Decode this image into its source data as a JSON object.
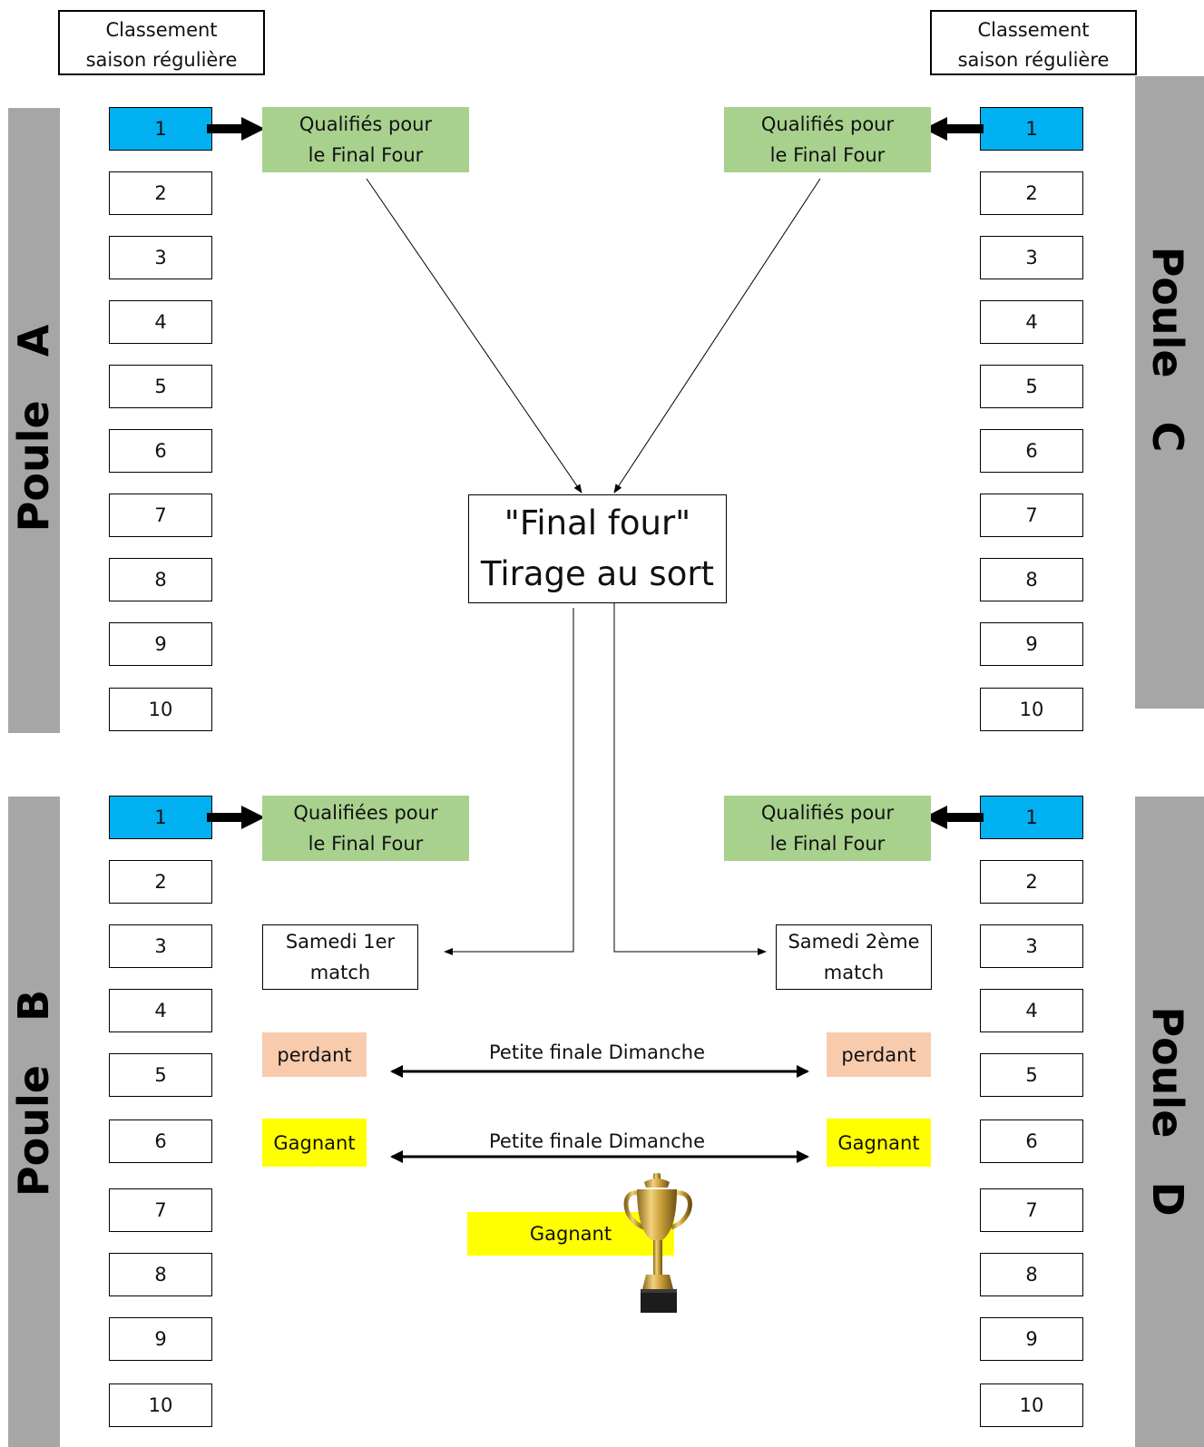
{
  "header_left": {
    "line1": "Classement",
    "line2": "saison régulière"
  },
  "header_right": {
    "line1": "Classement",
    "line2": "saison régulière"
  },
  "pools": {
    "a": {
      "word": "Poule",
      "letter": "A"
    },
    "b": {
      "word": "Poule",
      "letter": "B"
    },
    "c": {
      "word": "Poule",
      "letter": "C"
    },
    "d": {
      "word": "Poule",
      "letter": "D"
    }
  },
  "ranks": [
    "1",
    "2",
    "3",
    "4",
    "5",
    "6",
    "7",
    "8",
    "9",
    "10"
  ],
  "qualified": {
    "a": {
      "line1": "Qualifiés pour",
      "line2": "le Final Four"
    },
    "c": {
      "line1": "Qualifiés pour",
      "line2": "le Final Four"
    },
    "b": {
      "line1": "Qualifiées pour",
      "line2": "le Final Four"
    },
    "d": {
      "line1": "Qualifiés pour",
      "line2": "le Final Four"
    }
  },
  "final_four": {
    "line1": "\"Final four\"",
    "line2": "Tirage au sort"
  },
  "match1": {
    "line1": "Samedi 1er",
    "line2": "match"
  },
  "match2": {
    "line1": "Samedi 2ème",
    "line2": "match"
  },
  "loser_label": "perdant",
  "winner_label": "Gagnant",
  "small_final_1": "Petite finale Dimanche",
  "small_final_2": "Petite finale Dimanche",
  "champion_label": "Gagnant",
  "colors": {
    "rank_highlight": "#00b0f0",
    "qualified": "#a9d18e",
    "loser": "#f8cbad",
    "winner": "#ffff00",
    "pool_band": "#a6a6a6"
  },
  "icons": {
    "trophy": "trophy-icon"
  }
}
